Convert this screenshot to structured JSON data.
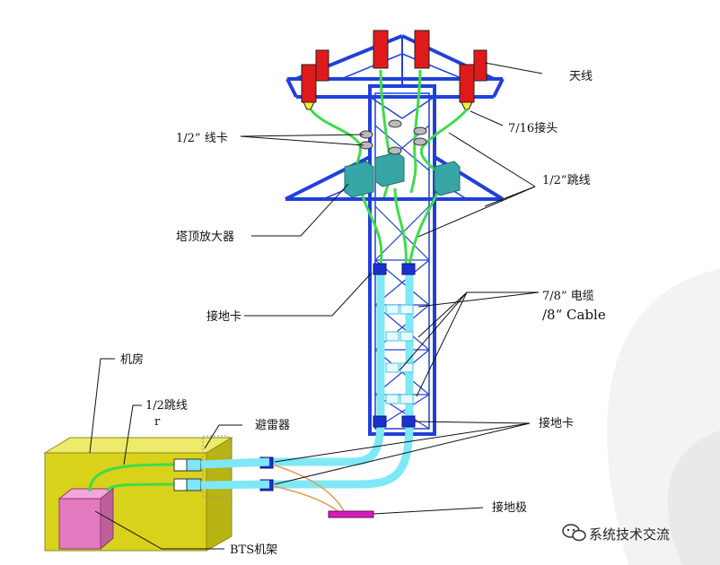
{
  "labels": {
    "antenna": "天线",
    "connector": "7/16接头",
    "clip": "1/2” 线卡",
    "jumper_top": "1/2”跳线",
    "tma": "塔顶放大器",
    "ground_clip_upper": "接地卡",
    "cable_line1": "7/8” 电缆",
    "cable_line2": "/8“ Cable",
    "machine_room": "机房",
    "jumper_room": "1/2跳线",
    "jumper_room_r": "r",
    "arrester": "避雷器",
    "ground_clip_lower": "接地卡",
    "ground_rod": "接地极",
    "bts": "BTS机架"
  },
  "watermark": {
    "text": "系统技术交流",
    "icon": "wechat-icon"
  },
  "colors": {
    "tower": "#2140d8",
    "antenna": "#e01a1a",
    "jumper": "#3ddc4a",
    "feeder": "#7fe8f6",
    "tma": "#38a6a6",
    "room": "#d8d21a",
    "bts": "#e37ac0",
    "ground_rod": "#d31fb8",
    "ground_wire": "#e49a57"
  }
}
